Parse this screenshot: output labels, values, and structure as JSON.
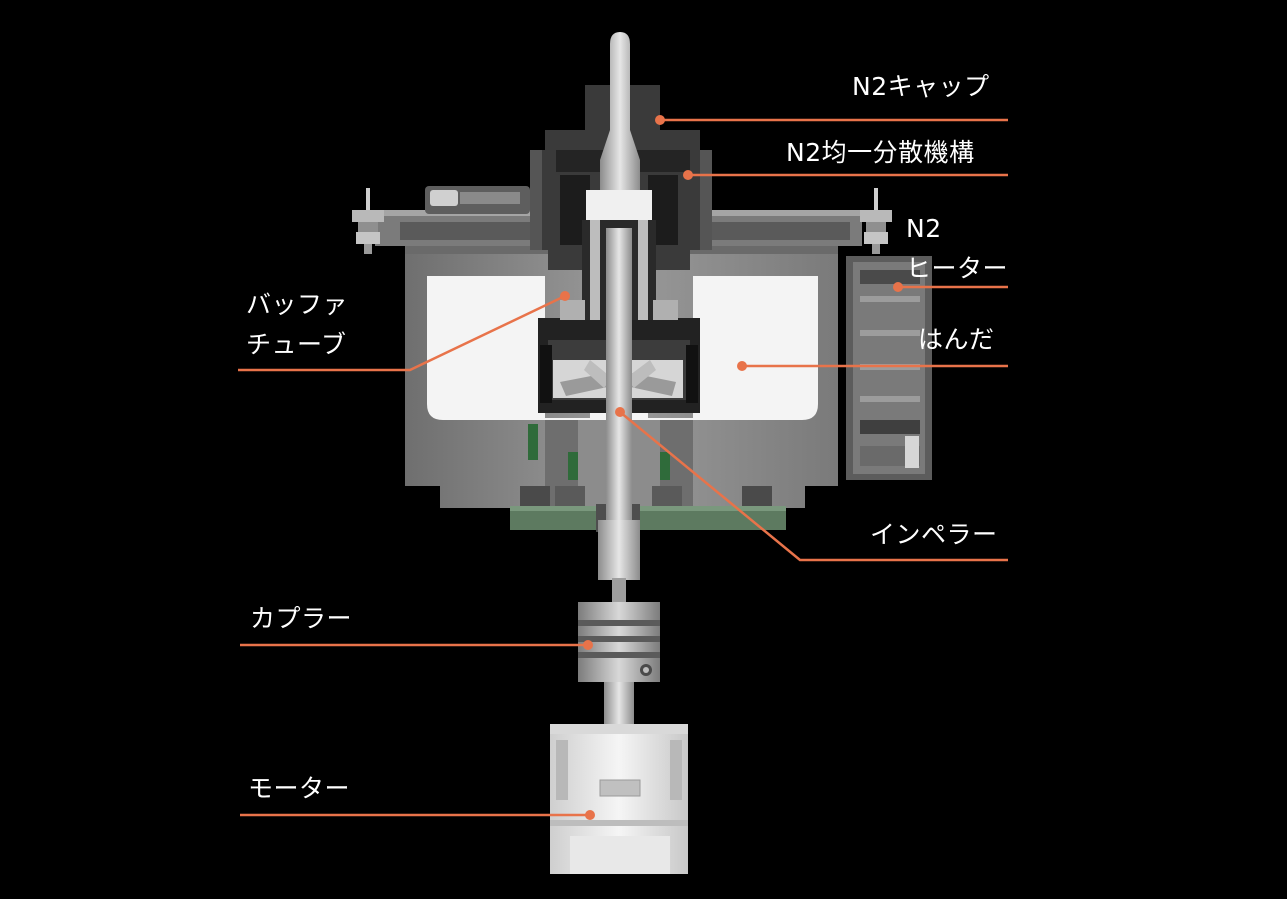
{
  "labels": {
    "n2_cap": "N2キャップ",
    "n2_dispersion": "N2均一分散機構",
    "n2_heater_line1": "N2",
    "n2_heater_line2": "ヒーター",
    "buffer_tube_line1": "バッファ",
    "buffer_tube_line2": "チューブ",
    "solder": "はんだ",
    "impeller": "インペラー",
    "coupler": "カプラー",
    "motor": "モーター"
  },
  "colors": {
    "background": "#000000",
    "leader_line": "#e8734a",
    "text": "#ffffff",
    "housing": "#8a8a8a",
    "solder": "#f4f4f4"
  }
}
